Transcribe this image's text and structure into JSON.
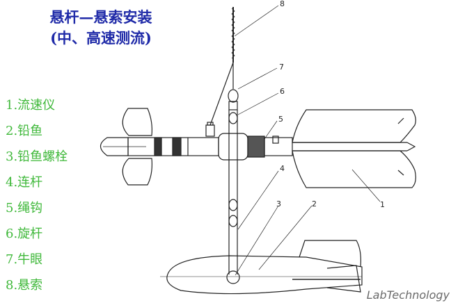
{
  "title": {
    "line1": "悬杆—悬索安装",
    "line2": "(中、高速测流)"
  },
  "legend": [
    {
      "label": "1.流速仪"
    },
    {
      "label": "2.铅鱼"
    },
    {
      "label": "3.铅鱼螺栓"
    },
    {
      "label": "4.连杆"
    },
    {
      "label": "5.绳钩"
    },
    {
      "label": "6.旋杆"
    },
    {
      "label": "7.牛眼"
    },
    {
      "label": "8.悬索"
    }
  ],
  "callouts": [
    "8",
    "7",
    "6",
    "5",
    "4",
    "3",
    "2",
    "1"
  ],
  "watermark": "LabTechnology",
  "colors": {
    "title": "#1f2aa8",
    "legend": "#3fb83a",
    "line": "#222222"
  }
}
